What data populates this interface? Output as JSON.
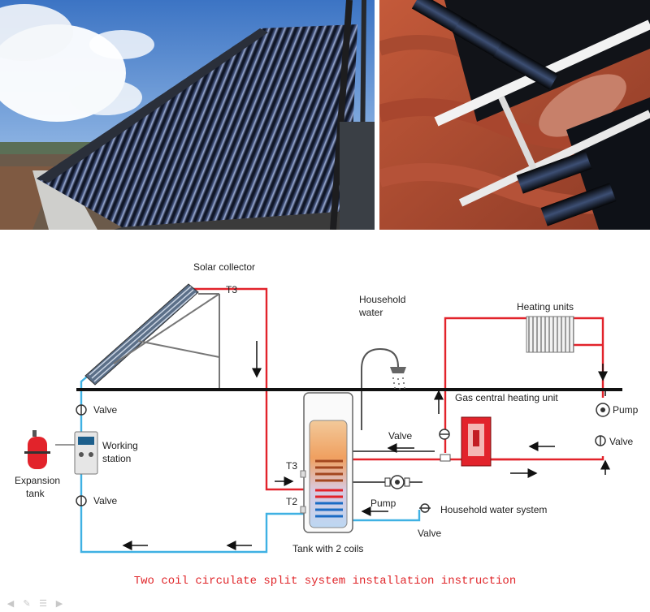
{
  "diagram": {
    "solar_collector": "Solar collector",
    "household_water": [
      "Household",
      "water"
    ],
    "heating_units": "Heating units",
    "gas_unit": "Gas central heating unit",
    "pump_right": "Pump",
    "valve_right": "Valve",
    "valve_left_top": "Valve",
    "working_station": [
      "Working",
      "station"
    ],
    "expansion_tank": [
      "Expansion",
      "tank"
    ],
    "valve_left_bottom": "Valve",
    "t3_collector": "T3",
    "t3_tank": "T3",
    "t2_tank": "T2",
    "valve_middle": "Valve",
    "pump_middle": "Pump",
    "household_water_system": "Household water system",
    "valve_bottom": "Valve",
    "tank_label": "Tank with 2 coils"
  },
  "caption": "Two coil  circulate split system installation instruction",
  "toolbar": {
    "icons": [
      "arrow-left-icon",
      "pen-icon",
      "menu-icon",
      "arrow-right-icon"
    ]
  },
  "colors": {
    "hot_pipe": "#e2232b",
    "cold_pipe": "#3fb1e3",
    "caption": "#e0262a"
  }
}
